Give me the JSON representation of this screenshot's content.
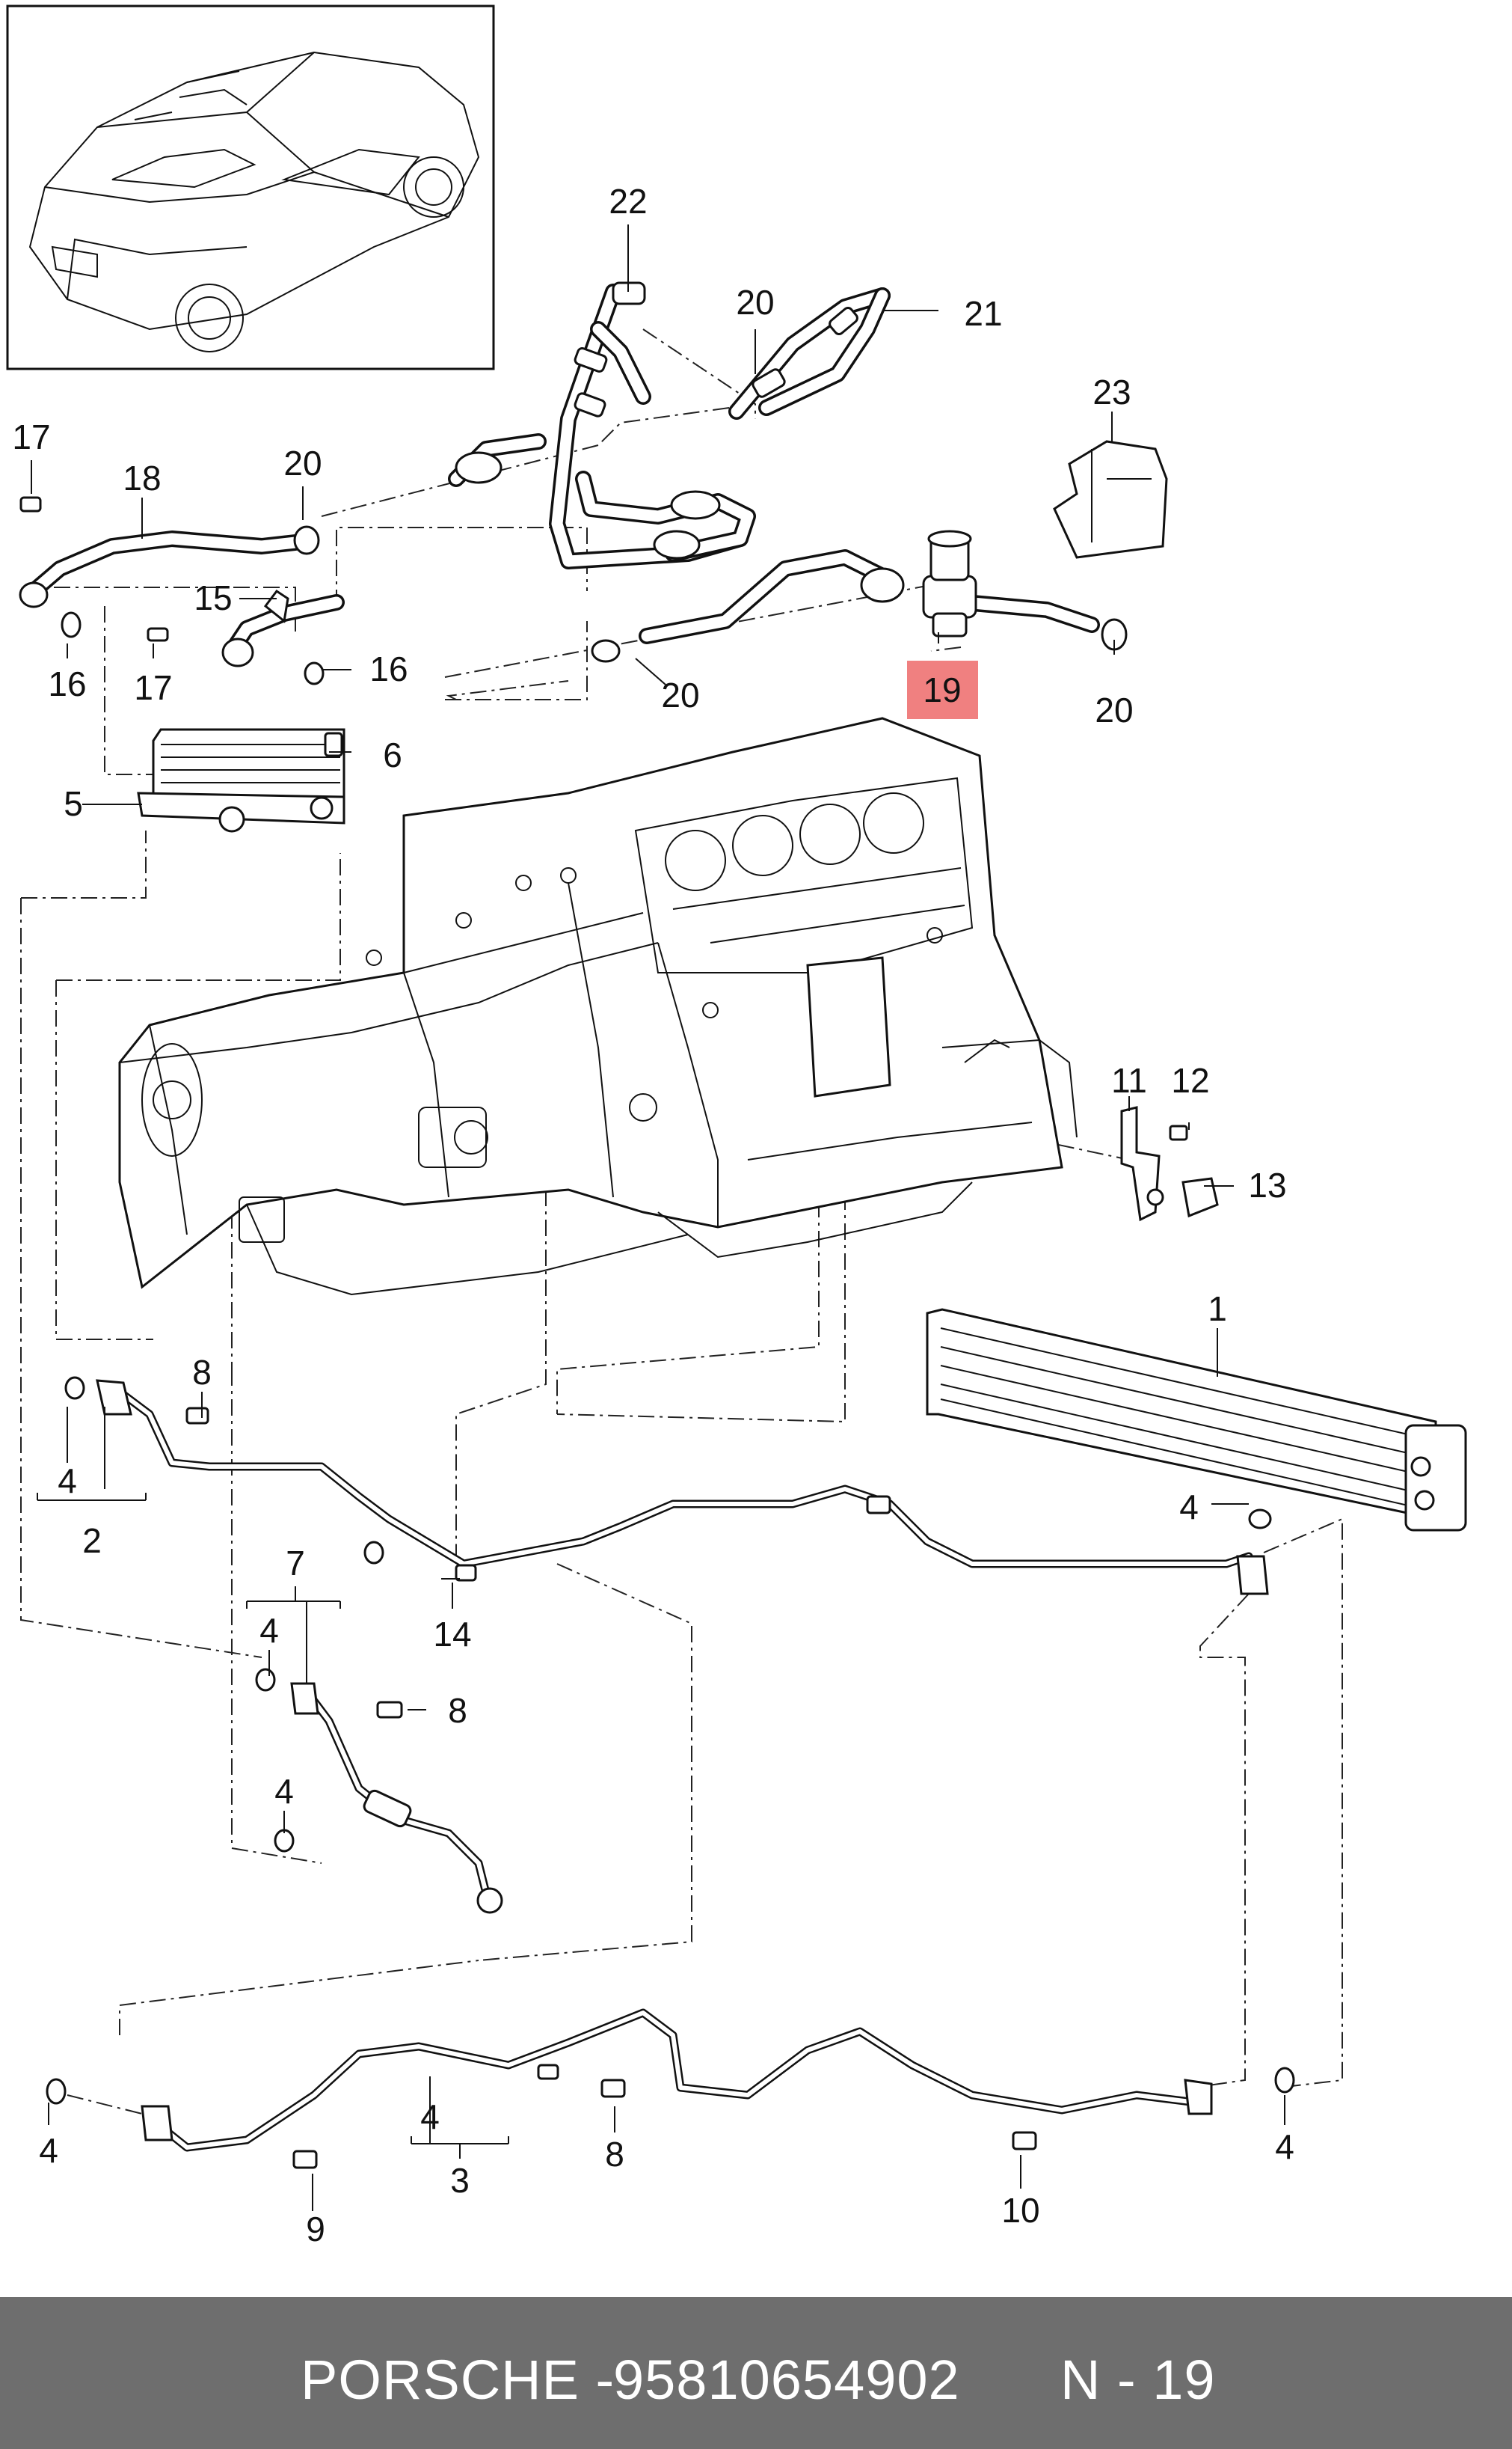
{
  "callouts": [
    {
      "id": "c17a",
      "text": "17"
    },
    {
      "id": "c18",
      "text": "18"
    },
    {
      "id": "c20a",
      "text": "20"
    },
    {
      "id": "c22",
      "text": "22"
    },
    {
      "id": "c20b",
      "text": "20"
    },
    {
      "id": "c21",
      "text": "21"
    },
    {
      "id": "c23",
      "text": "23"
    },
    {
      "id": "c15",
      "text": "15"
    },
    {
      "id": "c16a",
      "text": "16"
    },
    {
      "id": "c17b",
      "text": "17"
    },
    {
      "id": "c16b",
      "text": "16"
    },
    {
      "id": "c20c",
      "text": "20"
    },
    {
      "id": "c19",
      "text": "19"
    },
    {
      "id": "c20d",
      "text": "20"
    },
    {
      "id": "c6",
      "text": "6"
    },
    {
      "id": "c5",
      "text": "5"
    },
    {
      "id": "c11",
      "text": "11"
    },
    {
      "id": "c12",
      "text": "12"
    },
    {
      "id": "c13",
      "text": "13"
    },
    {
      "id": "c1",
      "text": "1"
    },
    {
      "id": "c8a",
      "text": "8"
    },
    {
      "id": "c4a",
      "text": "4"
    },
    {
      "id": "c2",
      "text": "2"
    },
    {
      "id": "c4b",
      "text": "4"
    },
    {
      "id": "c14",
      "text": "14"
    },
    {
      "id": "c7",
      "text": "7"
    },
    {
      "id": "c4c",
      "text": "4"
    },
    {
      "id": "c8b",
      "text": "8"
    },
    {
      "id": "c4d",
      "text": "4"
    },
    {
      "id": "c4e",
      "text": "4"
    },
    {
      "id": "c9",
      "text": "9"
    },
    {
      "id": "c4f",
      "text": "4"
    },
    {
      "id": "c3",
      "text": "3"
    },
    {
      "id": "c8c",
      "text": "8"
    },
    {
      "id": "c10",
      "text": "10"
    },
    {
      "id": "c4g",
      "text": "4"
    }
  ],
  "highlight": {
    "text": "19",
    "color": "#f08080"
  },
  "footer": {
    "brand": "PORSCHE -",
    "part_number": "95810654902",
    "ref": "N - 19"
  }
}
